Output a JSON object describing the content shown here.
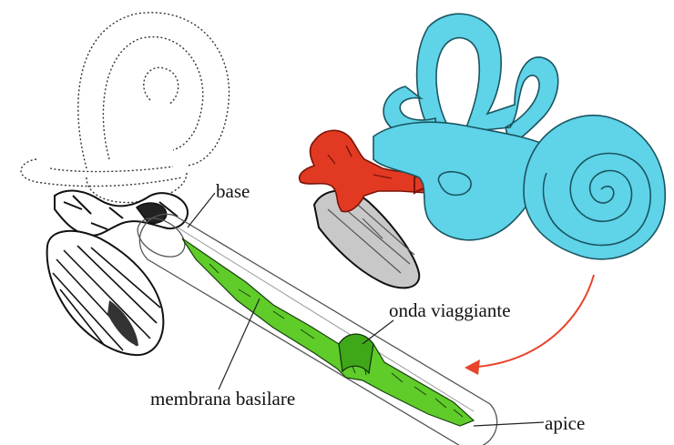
{
  "labels": {
    "base": "base",
    "onda_viaggiante": "onda viaggiante",
    "membrana_basilare": "membrana basilare",
    "apice": "apice"
  },
  "colors": {
    "ossicles": "#e23a22",
    "inner_ear": "#5fd3e8",
    "membrane": "#5fcc2a",
    "eardrum": "#c8c8c8",
    "arrow": "#e8442a",
    "outline": "#222222"
  }
}
